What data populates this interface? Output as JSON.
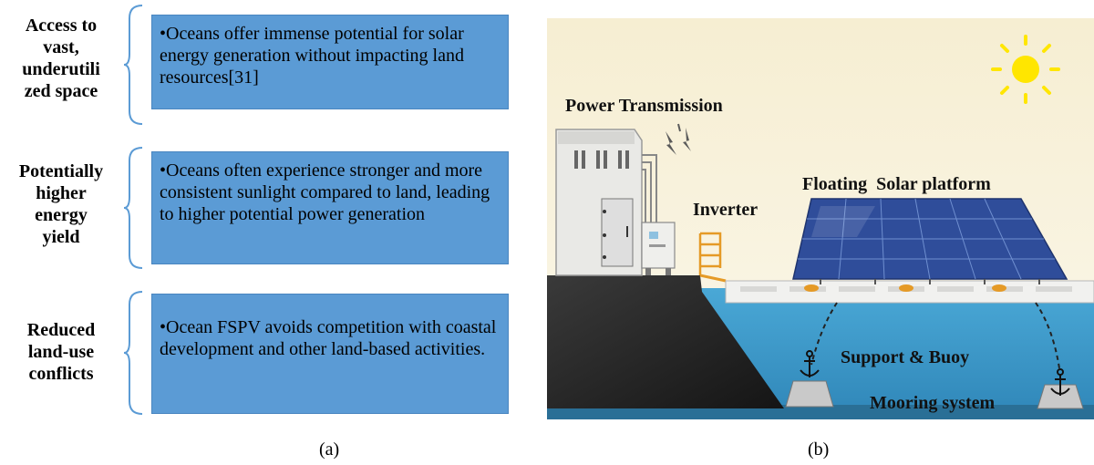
{
  "panel_a": {
    "rows": [
      {
        "category": [
          "Access to",
          "vast,",
          "underutili",
          "zed space"
        ],
        "text": "•Oceans offer immense potential for solar energy generation without impacting land resources[31]"
      },
      {
        "category": [
          "Potentially",
          "higher",
          "energy",
          "yield"
        ],
        "text": "•Oceans often experience stronger and more consistent sunlight compared to land, leading to higher potential power generation"
      },
      {
        "category": [
          "Reduced",
          "land-use",
          "conflicts"
        ],
        "text": "•Ocean FSPV avoids competition with coastal development and other land-based activities."
      }
    ],
    "caption": "(a)"
  },
  "panel_b": {
    "labels": {
      "power_transmission": "Power Transmission",
      "inverter": "Inverter",
      "floating_solar": "Floating  Solar platform",
      "support_buoy": "Support & Buoy",
      "mooring": "Mooring system"
    },
    "caption": "(b)"
  },
  "colors": {
    "box_fill": "#5b9bd5",
    "brace": "#5b9bd5",
    "sky": "#f5efd9",
    "sea": "#3f9ecd",
    "panel": "#2f4d9a",
    "sun": "#ffe600",
    "land": "#2b2b2b"
  }
}
